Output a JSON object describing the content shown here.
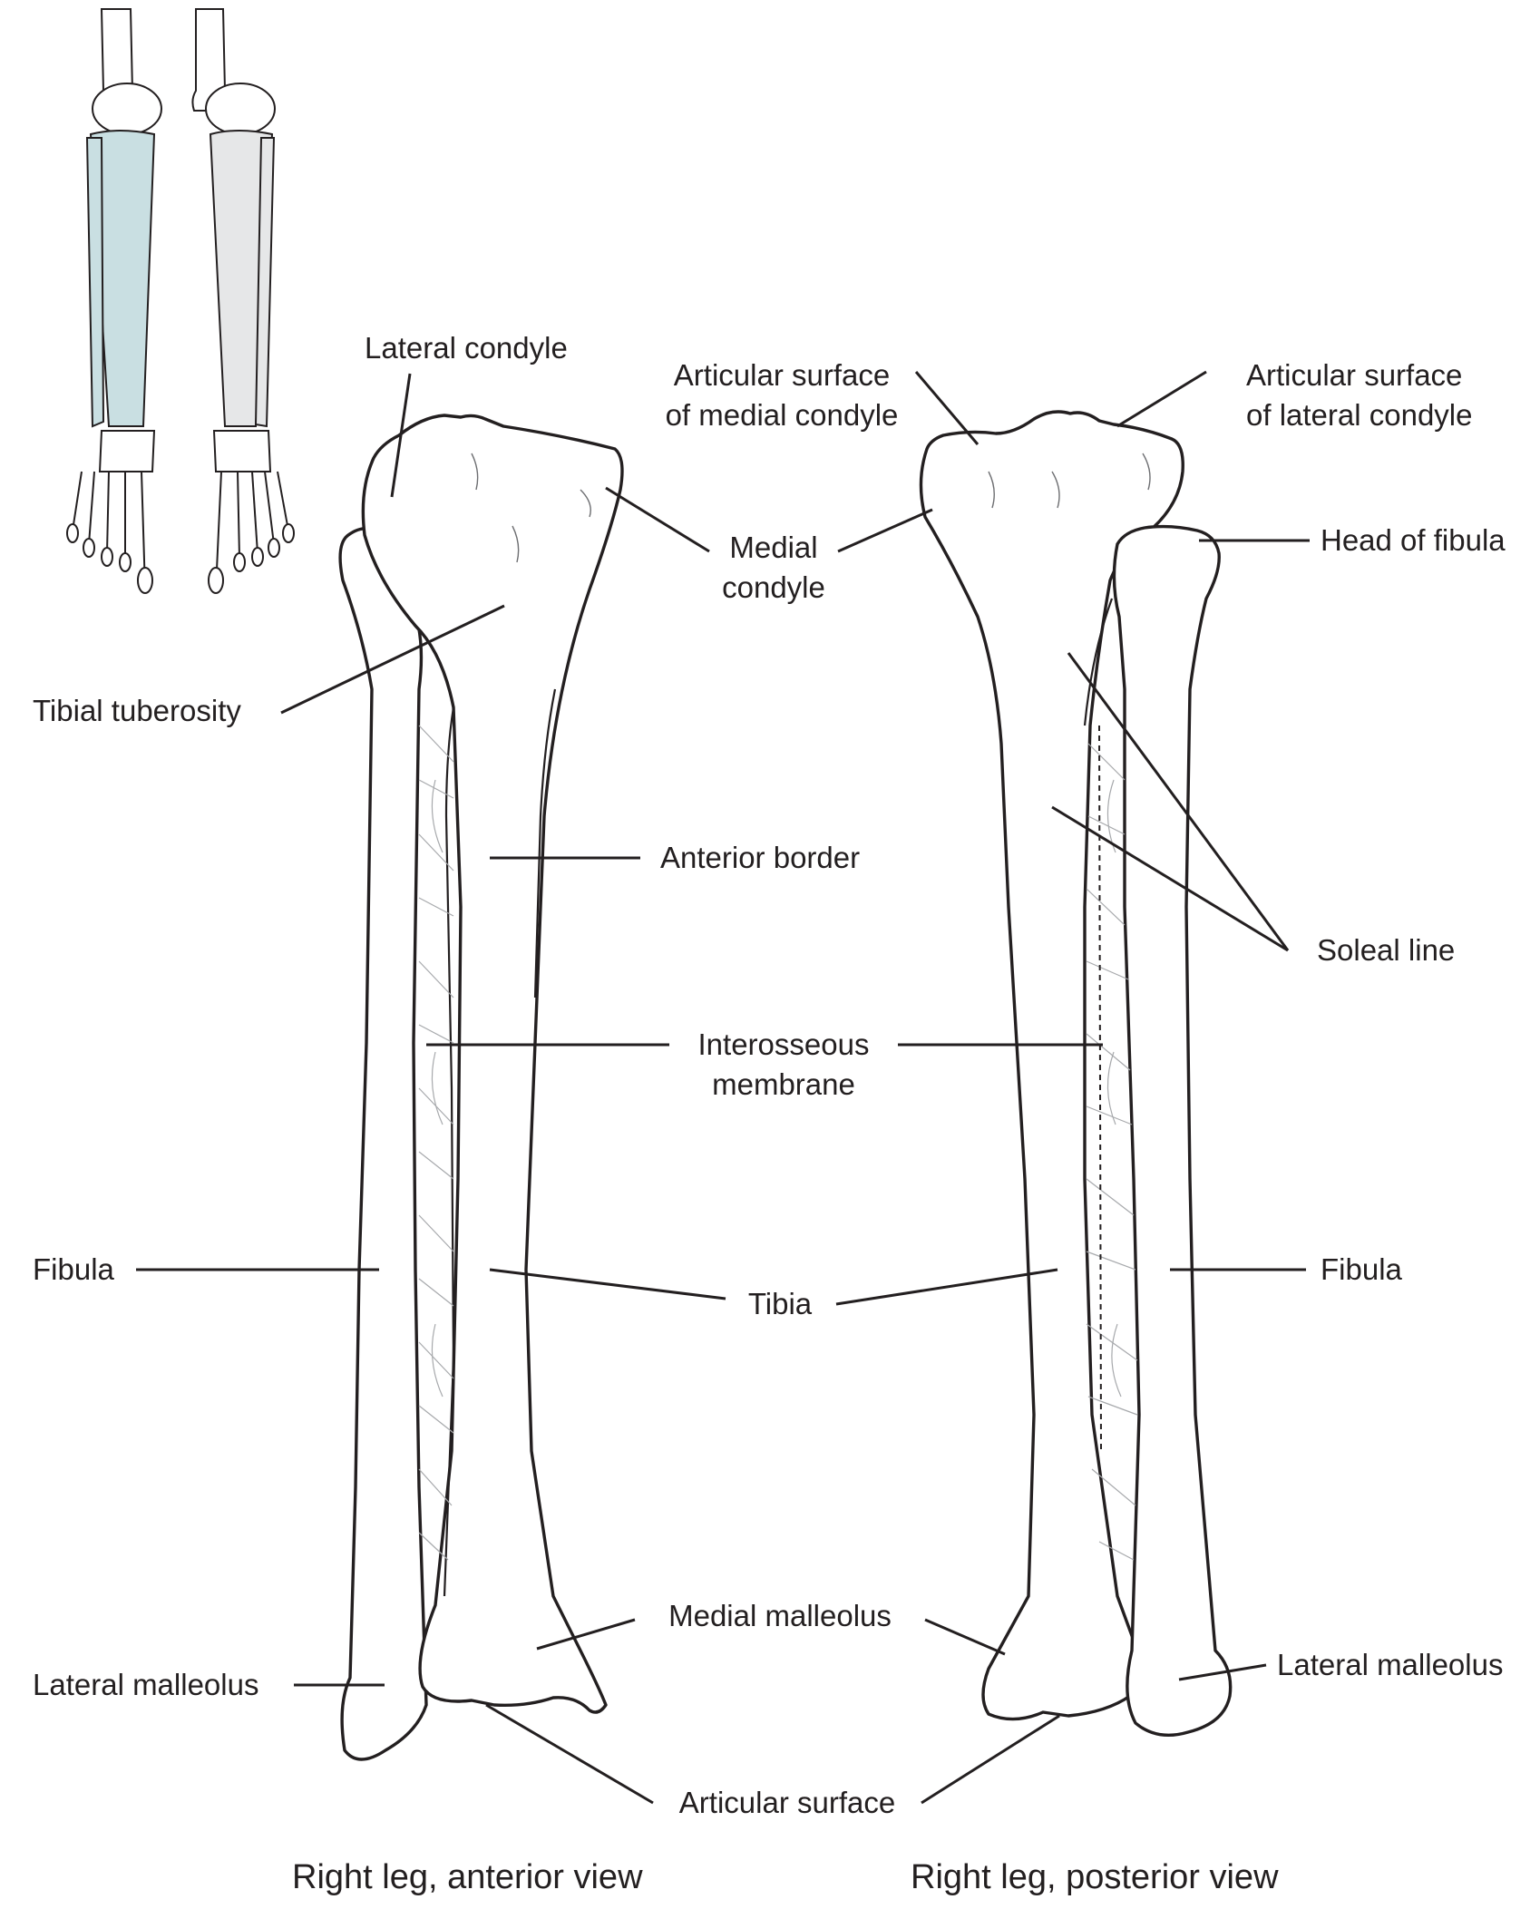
{
  "labels": {
    "lateral_condyle": "Lateral condyle",
    "artic_medial_1": "Articular surface",
    "artic_medial_2": "of medial condyle",
    "artic_lateral_1": "Articular surface",
    "artic_lateral_2": "of lateral condyle",
    "medial_condyle_1": "Medial",
    "medial_condyle_2": "condyle",
    "head_of_fibula": "Head of fibula",
    "tibial_tuberosity": "Tibial tuberosity",
    "anterior_border": "Anterior border",
    "soleal_line": "Soleal line",
    "interosseous_1": "Interosseous",
    "interosseous_2": "membrane",
    "fibula_left": "Fibula",
    "fibula_right": "Fibula",
    "tibia": "Tibia",
    "medial_malleolus": "Medial malleolus",
    "lateral_malleolus_left": "Lateral malleolus",
    "lateral_malleolus_right": "Lateral malleolus",
    "articular_surface": "Articular surface"
  },
  "captions": {
    "anterior": "Right leg, anterior view",
    "posterior": "Right leg, posterior view"
  },
  "colors": {
    "highlight": "#c9dfe2",
    "ink": "#231f20"
  }
}
